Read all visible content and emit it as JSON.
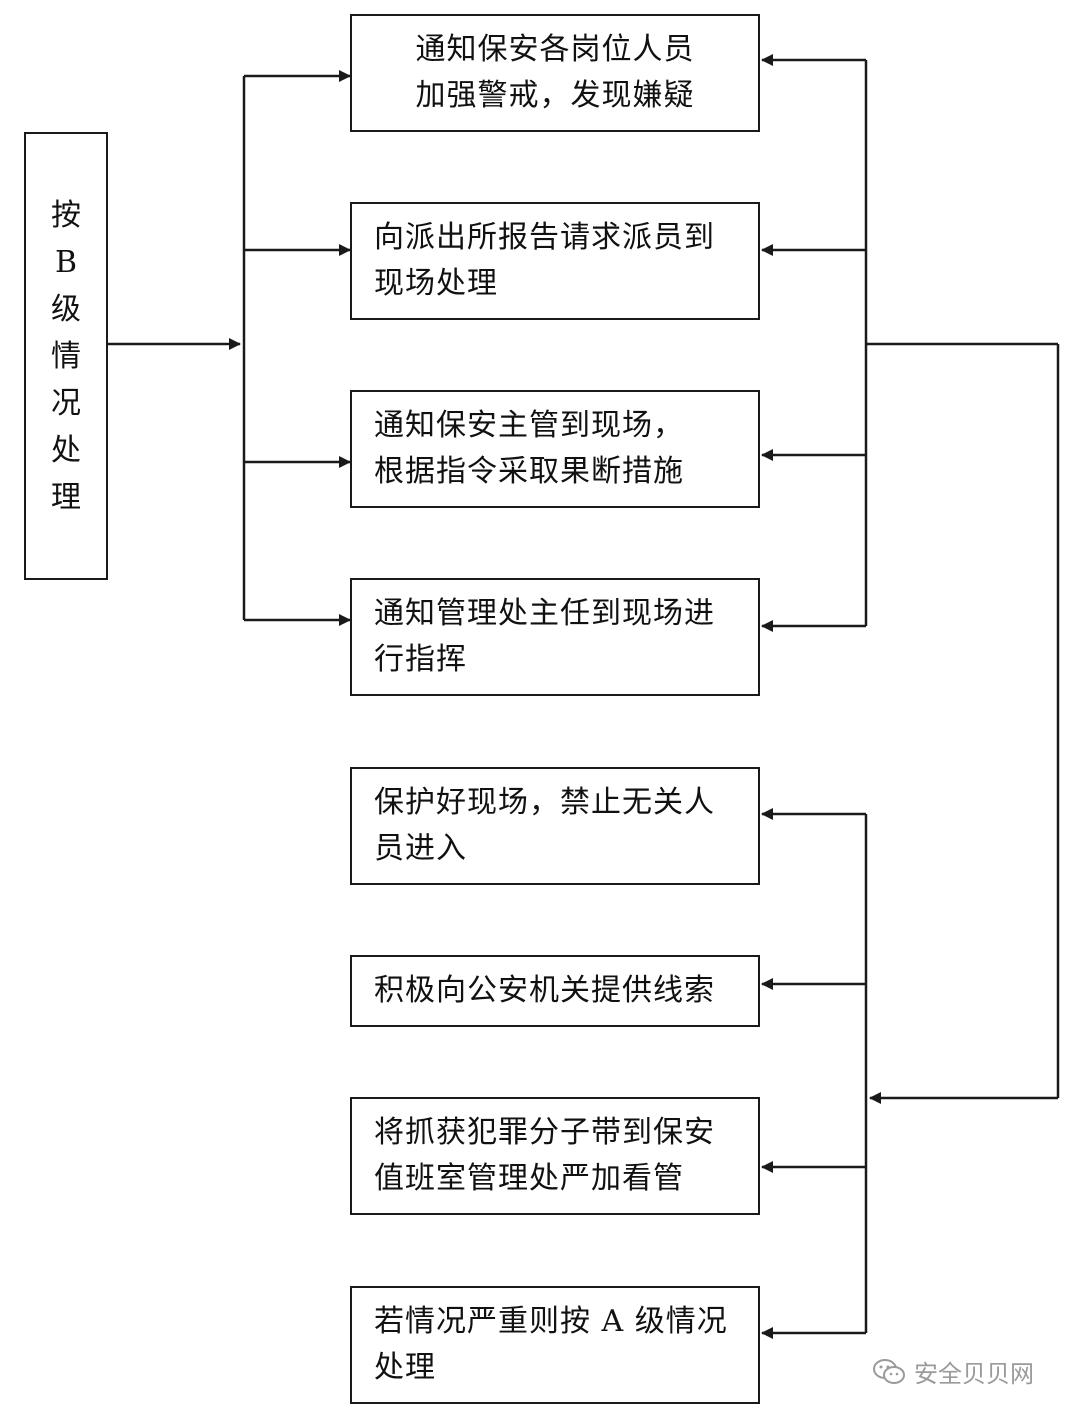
{
  "left_box": {
    "chars": [
      "按",
      "B",
      "级",
      "情",
      "况",
      "处",
      "理"
    ]
  },
  "top_group": [
    {
      "lines": [
        "通知保安各岗位人员",
        "加强警戒，发现嫌疑"
      ]
    },
    {
      "lines": [
        "向派出所报告请求派员到",
        "现场处理"
      ]
    },
    {
      "lines": [
        "通知保安主管到现场，",
        "根据指令采取果断措施"
      ]
    },
    {
      "lines": [
        "通知管理处主任到现场进",
        "行指挥"
      ]
    }
  ],
  "bottom_group": [
    {
      "lines": [
        "保护好现场，禁止无关人",
        "员进入"
      ]
    },
    {
      "lines": [
        "积极向公安机关提供线索"
      ]
    },
    {
      "lines": [
        "将抓获犯罪分子带到保安",
        "值班室管理处严加看管"
      ]
    },
    {
      "lines": [
        "若情况严重则按 A 级情况",
        "处理"
      ]
    }
  ],
  "watermark": {
    "text": "安全贝贝网",
    "icon": "wechat-icon"
  },
  "colors": {
    "line": "#1a1a1a",
    "watermark": "#9a9a9a"
  }
}
